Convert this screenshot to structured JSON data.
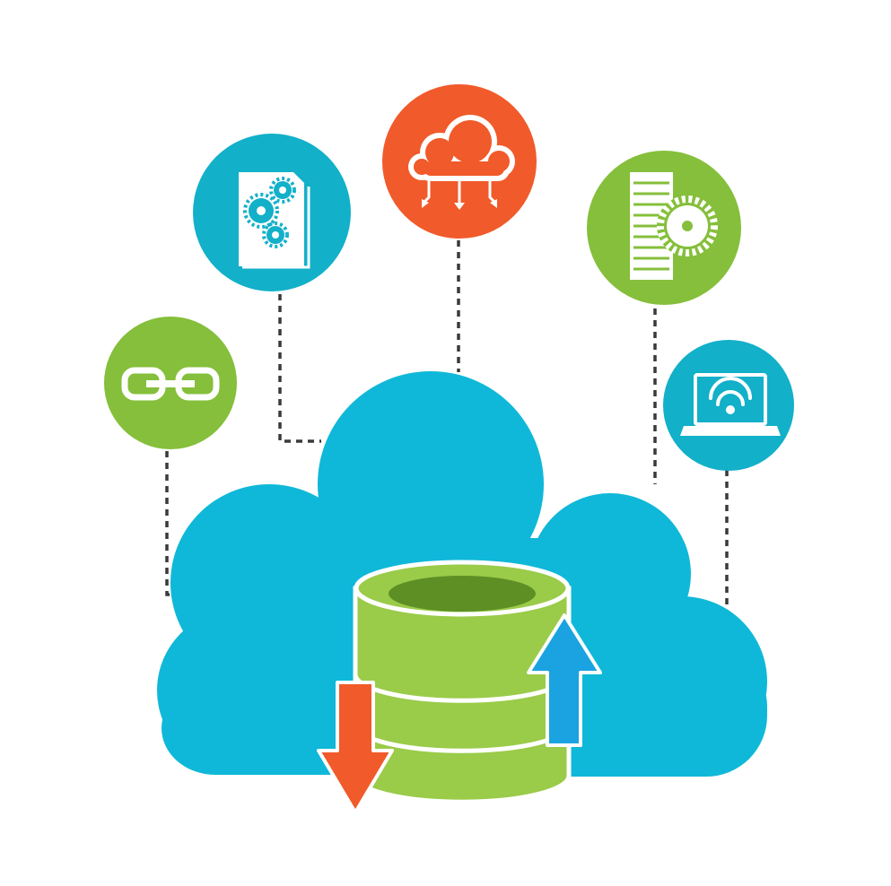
{
  "colors": {
    "background": "#ffffff",
    "cloud_blue": "#0fb8d8",
    "green": "#85bf3b",
    "teal": "#12b0c9",
    "orange": "#f15a2a",
    "light_blue": "#1aa3e0",
    "db_green": "#9acb49",
    "db_dark": "#5d8f25",
    "connector": "#3a3a3a"
  },
  "nodes": [
    {
      "id": "link",
      "icon": "chain-link-icon",
      "color": "#85bf3b"
    },
    {
      "id": "documents",
      "icon": "gear-document-icon",
      "color": "#12b0c9"
    },
    {
      "id": "cloud-download",
      "icon": "cloud-download-icon",
      "color": "#f15a2a"
    },
    {
      "id": "server",
      "icon": "server-gear-icon",
      "color": "#85bf3b"
    },
    {
      "id": "laptop",
      "icon": "laptop-wifi-icon",
      "color": "#12b0c9"
    }
  ],
  "center": {
    "cloud_icon": "cloud-icon",
    "database_icon": "database-icon",
    "download_arrow": "arrow-down-icon",
    "upload_arrow": "arrow-up-icon"
  }
}
